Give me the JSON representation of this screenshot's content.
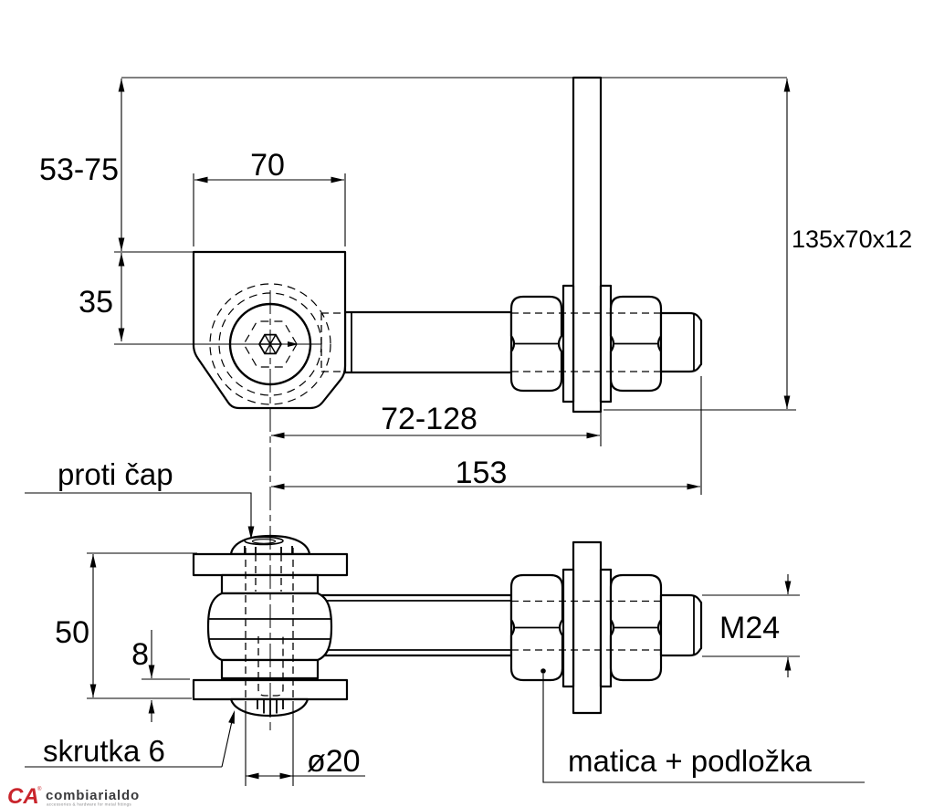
{
  "drawing": {
    "dimensions": {
      "plate_height_range": "53-75",
      "plate_width": "70",
      "pivot_offset": "35",
      "gate_plate_size": "135x70x12",
      "adjustment_range": "72-128",
      "overall_length": "153",
      "body_height": "50",
      "flange_thickness": "8",
      "pin_diameter": "ø20",
      "thread_size": "M24"
    },
    "labels": {
      "counter_pin": "proti čap",
      "screw": "skrutka 6",
      "nut_washer": "matica + podložka"
    }
  },
  "logo": {
    "mark": "CA",
    "registered": "®",
    "name": "combiarialdo",
    "tagline": "accessories & hardware for metal fittings"
  },
  "colors": {
    "line": "#000000",
    "logo_red": "#c9252c",
    "logo_text": "#3b3b3d",
    "background": "#ffffff"
  }
}
